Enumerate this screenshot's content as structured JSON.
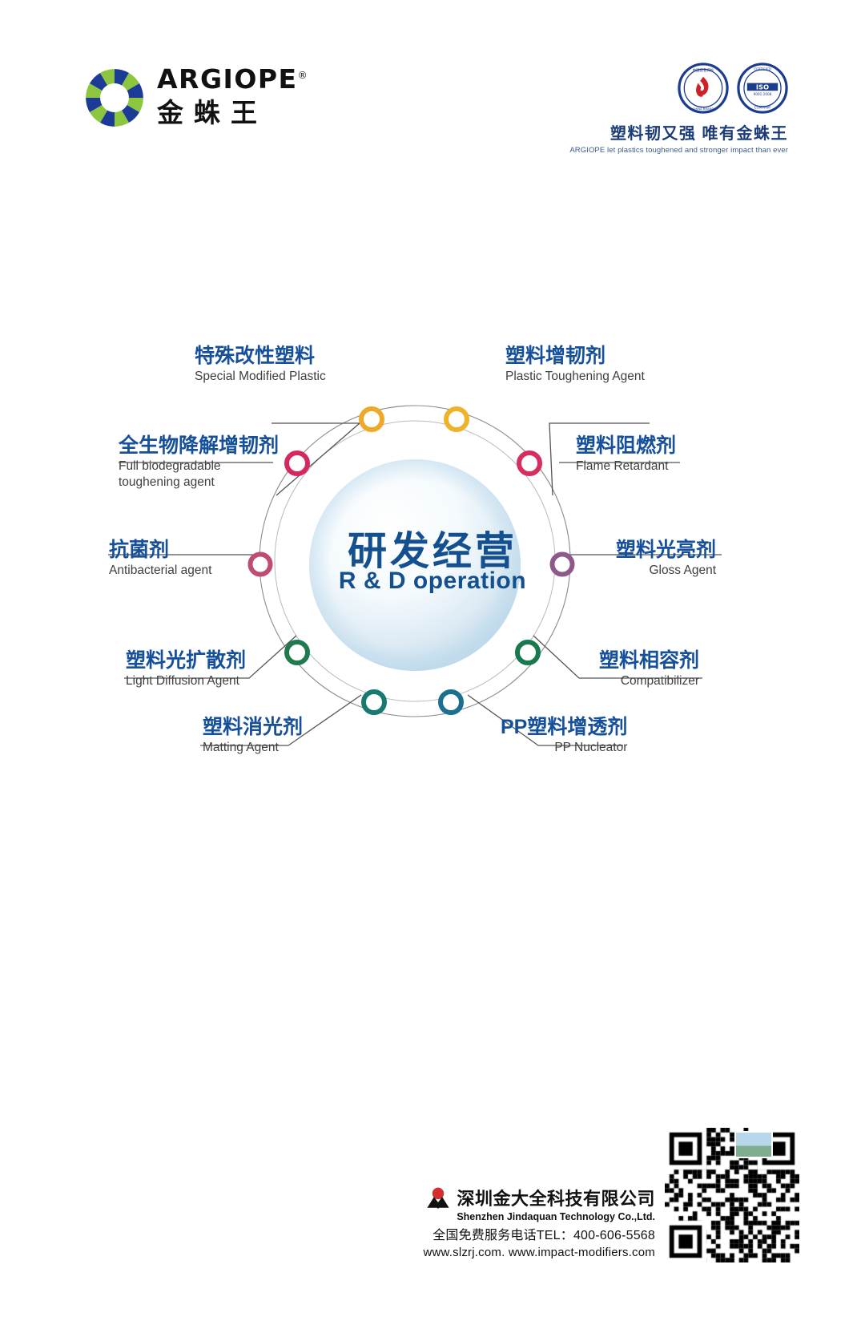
{
  "header": {
    "logo": {
      "latin": "ARGIOPE",
      "registered": "®",
      "chinese": "金蛛王",
      "icon": "argiope-ring-logo"
    },
    "certifications": [
      {
        "name": "china-famous-brand-badge",
        "label": "中国驰名商标"
      },
      {
        "name": "iso-certified-badge",
        "label": "ISO 9001:2008 CERTIFIED COMPANY"
      }
    ],
    "tagline_cn": "塑料韧又强 唯有金蛛王",
    "tagline_en": "ARGIOPE let plastics toughened and stronger impact than ever"
  },
  "diagram": {
    "center_cn": "研发经营",
    "center_en": "R & D operation",
    "nodes": [
      {
        "id": "special-modified-plastic",
        "cn": "特殊改性塑料",
        "en": "Special Modified Plastic",
        "color": "#f0a830",
        "side": "left"
      },
      {
        "id": "plastic-toughening-agent",
        "cn": "塑料增韧剂",
        "en": "Plastic Toughening Agent",
        "color": "#efb229",
        "side": "right"
      },
      {
        "id": "full-biodegradable-toughening-agent",
        "cn": "全生物降解增韧剂",
        "en": "Full biodegradable\ntoughening agent",
        "en_line1": "Full biodegradable",
        "en_line2": "toughening agent",
        "color": "#d62a5e",
        "side": "left"
      },
      {
        "id": "flame-retardant",
        "cn": "塑料阻燃剂",
        "en": "Flame Retardant",
        "color": "#d8315f",
        "side": "right"
      },
      {
        "id": "antibacterial-agent",
        "cn": "抗菌剂",
        "en": "Antibacterial agent",
        "color": "#c94b6a",
        "side": "left"
      },
      {
        "id": "gloss-agent",
        "cn": "塑料光亮剂",
        "en": "Gloss Agent",
        "color": "#9c5a86",
        "side": "right"
      },
      {
        "id": "light-diffusion-agent",
        "cn": "塑料光扩散剂",
        "en": "Light Diffusion Agent",
        "color": "#1f7a4d",
        "side": "left"
      },
      {
        "id": "compatibilizer",
        "cn": "塑料相容剂",
        "en": "Compatibilizer",
        "color": "#18794f",
        "side": "right"
      },
      {
        "id": "matting-agent",
        "cn": "塑料消光剂",
        "en": "Matting Agent",
        "color": "#17776f",
        "side": "left"
      },
      {
        "id": "pp-nucleator",
        "cn": "PP塑料增透剂",
        "en": "PP  Nucleator",
        "color": "#1b6f8c",
        "side": "right"
      }
    ],
    "accent_text_color": "#16509b",
    "sphere_color": "#cfe3ef"
  },
  "footer": {
    "company_cn": "深圳金大全科技有限公司",
    "company_en": "Shenzhen Jindaquan Technology Co.,Ltd.",
    "hotline": "全国免费服务电话TEL：400-606-5568",
    "websites": "www.slzrj.com.    www.impact-modifiers.com",
    "qr_name": "qr-code"
  }
}
